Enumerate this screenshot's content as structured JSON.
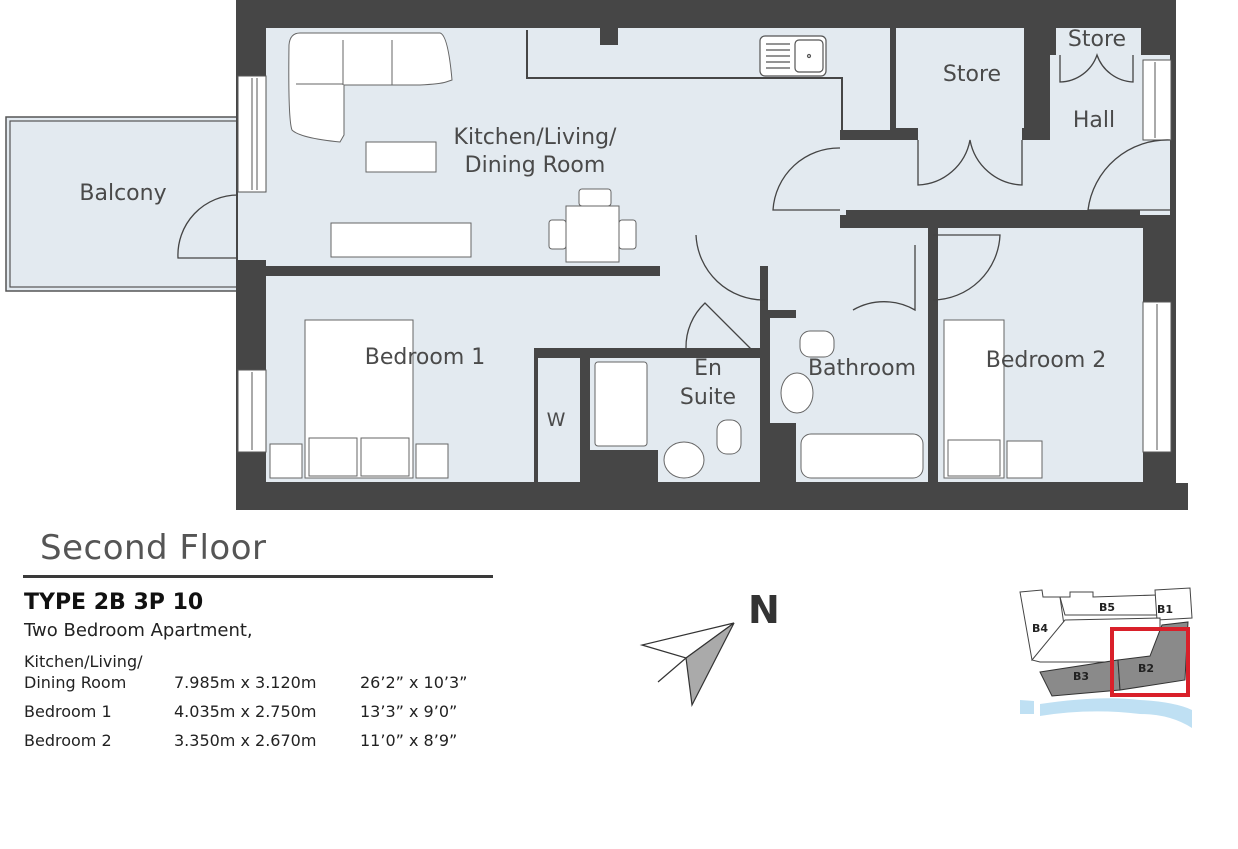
{
  "plan": {
    "rooms": {
      "balcony": "Balcony",
      "kitchen_line1": "Kitchen/Living/",
      "kitchen_line2": "Dining Room",
      "store_large": "Store",
      "store_small": "Store",
      "hall": "Hall",
      "bedroom1": "Bedroom 1",
      "wardrobe": "W",
      "ensuite_line1": "En",
      "ensuite_line2": "Suite",
      "bathroom": "Bathroom",
      "bedroom2": "Bedroom 2"
    },
    "colors": {
      "wall": "#464646",
      "floor": "#e3eaf0",
      "water": "#bfe0f3",
      "highlight": "#d9202a",
      "block": "#8a8a8a"
    }
  },
  "info": {
    "floor": "Second Floor",
    "type": "TYPE 2B 3P 10",
    "description": "Two Bedroom Apartment,",
    "rows": [
      {
        "room_line1": "Kitchen/Living/",
        "room_line2": "Dining Room",
        "metric": "7.985m x 3.120m",
        "imperial": "26’2” x 10’3”"
      },
      {
        "room": "Bedroom 1",
        "metric": "4.035m x 2.750m",
        "imperial": "13’3” x 9’0”"
      },
      {
        "room": "Bedroom 2",
        "metric": "3.350m x 2.670m",
        "imperial": "11’0” x 8’9”"
      }
    ]
  },
  "compass": {
    "label": "N"
  },
  "site_plan": {
    "blocks": [
      "B1",
      "B2",
      "B3",
      "B4",
      "B5"
    ],
    "highlighted": "B2"
  }
}
